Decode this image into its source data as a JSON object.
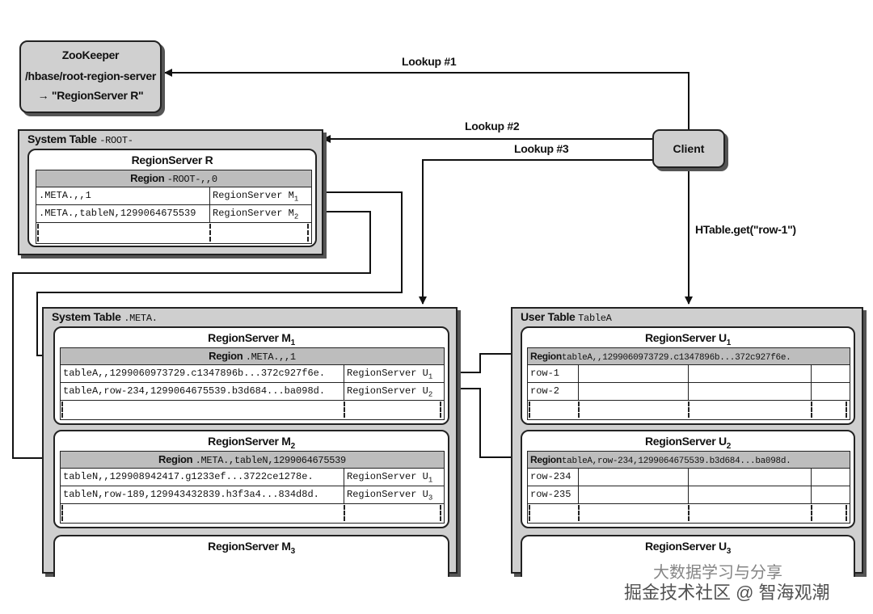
{
  "zookeeper": {
    "title": "ZooKeeper",
    "path": "/hbase/root-region-server",
    "pointer": "→ \"RegionServer R\""
  },
  "client": {
    "label": "Client"
  },
  "lookups": {
    "l1": "Lookup #1",
    "l2": "Lookup #2",
    "l3": "Lookup #3",
    "get": "HTable.get(\"row-1\")"
  },
  "root_table": {
    "title": "System Table",
    "title_mono": "-ROOT-",
    "server": "RegionServer R",
    "region_label": "Region",
    "region_name": "-ROOT-,,0",
    "rows": [
      {
        "key": ".META.,,1",
        "server": "RegionServer M",
        "sub": "1"
      },
      {
        "key": ".META.,tableN,1299064675539",
        "server": "RegionServer M",
        "sub": "2"
      }
    ]
  },
  "meta_table": {
    "title": "System Table",
    "title_mono": ".META.",
    "servers": [
      {
        "name": "RegionServer M",
        "sub": "1",
        "region_label": "Region",
        "region_name": ".META.,,1",
        "rows": [
          {
            "key": "tableA,,1299060973729.c1347896b...372c927f6e.",
            "server": "RegionServer U",
            "sub": "1"
          },
          {
            "key": "tableA,row-234,1299064675539.b3d684...ba098d.",
            "server": "RegionServer U",
            "sub": "2"
          }
        ]
      },
      {
        "name": "RegionServer M",
        "sub": "2",
        "region_label": "Region",
        "region_name": ".META.,tableN,1299064675539",
        "rows": [
          {
            "key": "tableN,,129908942417.g1233ef...3722ce1278e.",
            "server": "RegionServer U",
            "sub": "1"
          },
          {
            "key": "tableN,row-189,129943432839.h3f3a4...834d8d.",
            "server": "RegionServer U",
            "sub": "3"
          }
        ]
      },
      {
        "name": "RegionServer M",
        "sub": "3"
      }
    ]
  },
  "user_table": {
    "title": "User Table",
    "title_mono": "TableA",
    "servers": [
      {
        "name": "RegionServer U",
        "sub": "1",
        "region_label": "Region",
        "region_name": "tableA,,1299060973729.c1347896b...372c927f6e.",
        "rows": [
          "row-1",
          "row-2"
        ]
      },
      {
        "name": "RegionServer U",
        "sub": "2",
        "region_label": "Region",
        "region_name": "tableA,row-234,1299064675539.b3d684...ba098d.",
        "rows": [
          "row-234",
          "row-235"
        ]
      },
      {
        "name": "RegionServer U",
        "sub": "3"
      }
    ]
  },
  "watermark": {
    "line1": "大数据学习与分享",
    "line2": "掘金技术社区 @ 智海观潮"
  }
}
